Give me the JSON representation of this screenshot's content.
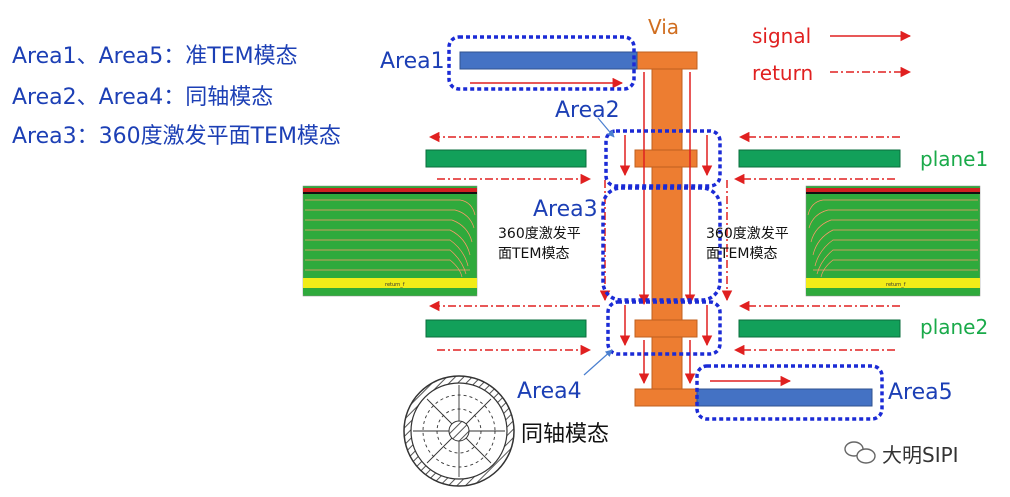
{
  "legend_lines": [
    "Area1、Area5：准TEM模态",
    "Area2、Area4：同轴模态",
    "Area3：360度激发平面TEM模态"
  ],
  "via_label": "Via",
  "signal_label": "signal",
  "return_label": "return",
  "area_labels": {
    "area1": "Area1",
    "area2": "Area2",
    "area3": "Area3",
    "area4": "Area4",
    "area5": "Area5"
  },
  "plane_labels": {
    "plane1": "plane1",
    "plane2": "plane2"
  },
  "tem_note_line1": "360度激发平",
  "tem_note_line2": "面TEM模态",
  "coax_label": "同轴模态",
  "watermark": "大明SIPI",
  "field_plot_caption": "return_f",
  "colors": {
    "signal_trace": "#4472c4",
    "plane": "#12a05a",
    "via": "#ed7d31",
    "dotted_box": "#1b2bd6",
    "arrow_red": "#e02020"
  }
}
